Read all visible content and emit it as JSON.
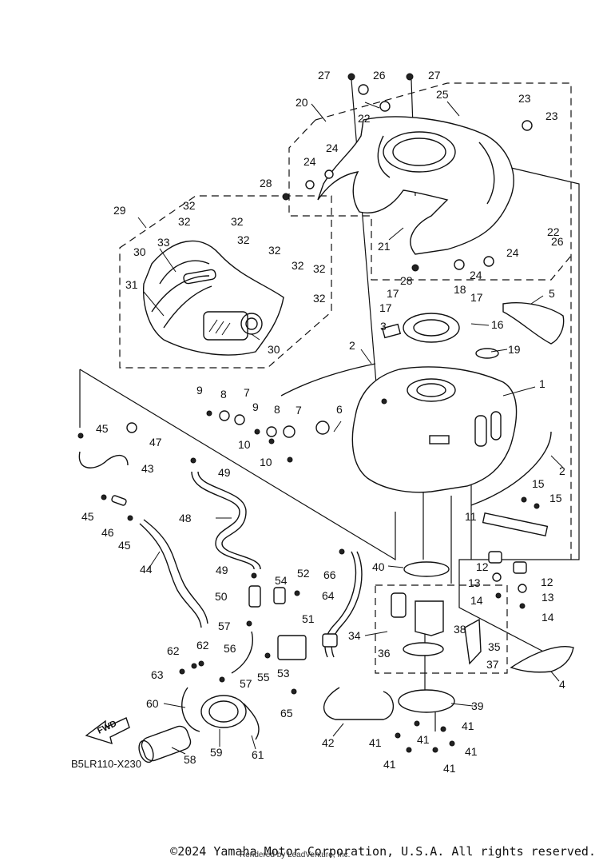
{
  "diagram": {
    "code": "B5LR110-X230",
    "fwd_label": "FWD",
    "callouts": [
      {
        "id": "c27a",
        "text": "27"
      },
      {
        "id": "c26a",
        "text": "26"
      },
      {
        "id": "c27b",
        "text": "27"
      },
      {
        "id": "c20",
        "text": "20"
      },
      {
        "id": "c22a",
        "text": "22"
      },
      {
        "id": "c25",
        "text": "25"
      },
      {
        "id": "c23a",
        "text": "23"
      },
      {
        "id": "c23b",
        "text": "23"
      },
      {
        "id": "c24a",
        "text": "24"
      },
      {
        "id": "c24b",
        "text": "24"
      },
      {
        "id": "c28a",
        "text": "28"
      },
      {
        "id": "c29",
        "text": "29"
      },
      {
        "id": "c32a",
        "text": "32"
      },
      {
        "id": "c32b",
        "text": "32"
      },
      {
        "id": "c32c",
        "text": "32"
      },
      {
        "id": "c32d",
        "text": "32"
      },
      {
        "id": "c32e",
        "text": "32"
      },
      {
        "id": "c32f",
        "text": "32"
      },
      {
        "id": "c32g",
        "text": "32"
      },
      {
        "id": "c32h",
        "text": "32"
      },
      {
        "id": "c33",
        "text": "33"
      },
      {
        "id": "c30a",
        "text": "30"
      },
      {
        "id": "c31",
        "text": "31"
      },
      {
        "id": "c30b",
        "text": "30"
      },
      {
        "id": "c22b",
        "text": "22"
      },
      {
        "id": "c26b",
        "text": "26"
      },
      {
        "id": "c21",
        "text": "21"
      },
      {
        "id": "c24c",
        "text": "24"
      },
      {
        "id": "c24d",
        "text": "24"
      },
      {
        "id": "c28b",
        "text": "28"
      },
      {
        "id": "c5",
        "text": "5"
      },
      {
        "id": "c17a",
        "text": "17"
      },
      {
        "id": "c18",
        "text": "18"
      },
      {
        "id": "c17b",
        "text": "17"
      },
      {
        "id": "c17c",
        "text": "17"
      },
      {
        "id": "c16",
        "text": "16"
      },
      {
        "id": "c3",
        "text": "3"
      },
      {
        "id": "c19",
        "text": "19"
      },
      {
        "id": "c2a",
        "text": "2"
      },
      {
        "id": "c1",
        "text": "1"
      },
      {
        "id": "c9a",
        "text": "9"
      },
      {
        "id": "c8a",
        "text": "8"
      },
      {
        "id": "c9b",
        "text": "9"
      },
      {
        "id": "c8b",
        "text": "8"
      },
      {
        "id": "c7a",
        "text": "7"
      },
      {
        "id": "c7b",
        "text": "7"
      },
      {
        "id": "c6",
        "text": "6"
      },
      {
        "id": "c10a",
        "text": "10"
      },
      {
        "id": "c10b",
        "text": "10"
      },
      {
        "id": "c45a",
        "text": "45"
      },
      {
        "id": "c47",
        "text": "47"
      },
      {
        "id": "c43",
        "text": "43"
      },
      {
        "id": "c49a",
        "text": "49"
      },
      {
        "id": "c2b",
        "text": "2"
      },
      {
        "id": "c15a",
        "text": "15"
      },
      {
        "id": "c15b",
        "text": "15"
      },
      {
        "id": "c11",
        "text": "11"
      },
      {
        "id": "c45b",
        "text": "45"
      },
      {
        "id": "c46",
        "text": "46"
      },
      {
        "id": "c45c",
        "text": "45"
      },
      {
        "id": "c48",
        "text": "48"
      },
      {
        "id": "c44",
        "text": "44"
      },
      {
        "id": "c49b",
        "text": "49"
      },
      {
        "id": "c66",
        "text": "66"
      },
      {
        "id": "c40",
        "text": "40"
      },
      {
        "id": "c12a",
        "text": "12"
      },
      {
        "id": "c12b",
        "text": "12"
      },
      {
        "id": "c13a",
        "text": "13"
      },
      {
        "id": "c13b",
        "text": "13"
      },
      {
        "id": "c14a",
        "text": "14"
      },
      {
        "id": "c14b",
        "text": "14"
      },
      {
        "id": "c54",
        "text": "54"
      },
      {
        "id": "c52",
        "text": "52"
      },
      {
        "id": "c50",
        "text": "50"
      },
      {
        "id": "c64",
        "text": "64"
      },
      {
        "id": "c57a",
        "text": "57"
      },
      {
        "id": "c51",
        "text": "51"
      },
      {
        "id": "c34",
        "text": "34"
      },
      {
        "id": "c38",
        "text": "38"
      },
      {
        "id": "c35",
        "text": "35"
      },
      {
        "id": "c36",
        "text": "36"
      },
      {
        "id": "c37",
        "text": "37"
      },
      {
        "id": "c62a",
        "text": "62"
      },
      {
        "id": "c62b",
        "text": "62"
      },
      {
        "id": "c56",
        "text": "56"
      },
      {
        "id": "c63",
        "text": "63"
      },
      {
        "id": "c53",
        "text": "53"
      },
      {
        "id": "c55",
        "text": "55"
      },
      {
        "id": "c57b",
        "text": "57"
      },
      {
        "id": "c4",
        "text": "4"
      },
      {
        "id": "c60",
        "text": "60"
      },
      {
        "id": "c65",
        "text": "65"
      },
      {
        "id": "c39",
        "text": "39"
      },
      {
        "id": "c41a",
        "text": "41"
      },
      {
        "id": "c41b",
        "text": "41"
      },
      {
        "id": "c41c",
        "text": "41"
      },
      {
        "id": "c41d",
        "text": "41"
      },
      {
        "id": "c41e",
        "text": "41"
      },
      {
        "id": "c41f",
        "text": "41"
      },
      {
        "id": "c42",
        "text": "42"
      },
      {
        "id": "c59",
        "text": "59"
      },
      {
        "id": "c61",
        "text": "61"
      },
      {
        "id": "c58",
        "text": "58"
      }
    ]
  },
  "footer": {
    "copyright": "©2024 Yamaha Motor Corporation, U.S.A. All rights reserved.",
    "rendered_by": "Rendered by LeadVenture, Inc."
  }
}
